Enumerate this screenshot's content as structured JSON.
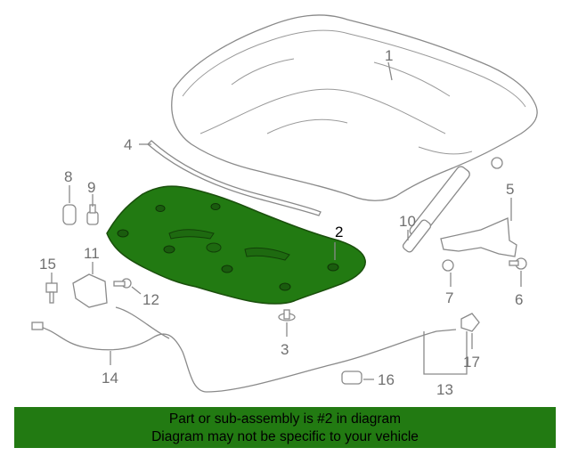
{
  "diagram": {
    "callouts": [
      "1",
      "2",
      "3",
      "4",
      "5",
      "6",
      "7",
      "8",
      "9",
      "10",
      "11",
      "12",
      "13",
      "14",
      "15",
      "16",
      "17"
    ],
    "highlighted_part": "2",
    "colors": {
      "highlight": "#227a12",
      "outline": "#8a8a8a",
      "banner": "#227a12"
    }
  },
  "banner": {
    "line1": "Part or sub-assembly is #2 in diagram",
    "line2": "Diagram may not be specific to your vehicle"
  }
}
